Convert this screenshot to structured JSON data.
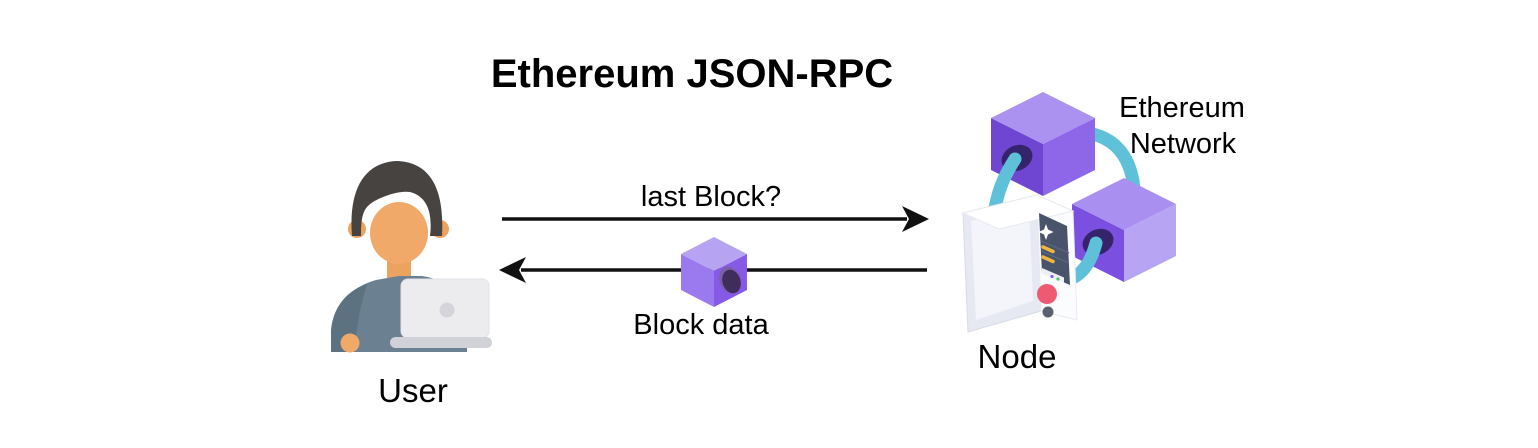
{
  "diagram": {
    "title": "Ethereum JSON-RPC",
    "request": {
      "label": "last Block?"
    },
    "response": {
      "label": "Block data"
    },
    "user": {
      "label": "User"
    },
    "node": {
      "label": "Node"
    },
    "network": {
      "line1": "Ethereum",
      "line2": "Network"
    }
  },
  "icons": {
    "user": "user-at-laptop-icon",
    "node": "server-tower-icon",
    "network": "linked-blocks-icon",
    "block": "block-cube-icon",
    "request": "right-arrow-icon",
    "response": "left-arrow-icon"
  },
  "colors": {
    "background": "#ffffff",
    "text": "#000000",
    "arrow": "#111111",
    "block_cube_top": "#b6a3f2",
    "block_cube_left": "#9a7aee",
    "block_cube_right": "#8659e6",
    "network_cube_dark": "#6f46d2",
    "network_cube_light": "#b7a5f4",
    "cable_teal": "#5fc1d9",
    "server_body": "#e9ebf2",
    "server_panel": "#49536a",
    "power_button_red": "#ee5a72",
    "led_yellow": "#f0b73e",
    "skin": "#f0a968",
    "hair": "#474340",
    "shirt": "#6b8090",
    "laptop": "#ececef"
  }
}
